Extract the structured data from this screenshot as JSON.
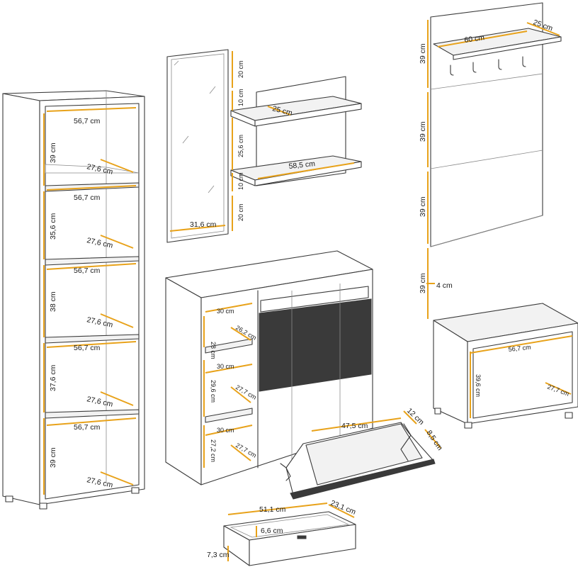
{
  "figure": {
    "colors": {
      "dimension_line": "#e8a21a",
      "outline": "#3a3a3a",
      "background": "#ffffff"
    },
    "bookcase": {
      "width_labels": [
        "56,7 cm",
        "56,7 cm",
        "56,7 cm",
        "56,7 cm",
        "56,7 cm"
      ],
      "depth_labels": [
        "27,6 cm",
        "27,6 cm",
        "27,6 cm",
        "27,6 cm",
        "27,6 cm"
      ],
      "height_labels": [
        "39 cm",
        "35,6 cm",
        "38 cm",
        "37,6 cm",
        "39 cm"
      ]
    },
    "mirror": {
      "width_label": "31,6 cm"
    },
    "wall_shelf": {
      "top_label": "20 cm",
      "gap1_label": "10 cm",
      "depth_label": "25 cm",
      "mid_label": "25,6 cm",
      "width_label": "58,5 cm",
      "gap2_label": "10 cm",
      "bottom_label": "20 cm"
    },
    "cabinet": {
      "comp_width_labels": [
        "30 cm",
        "30 cm",
        "30 cm"
      ],
      "comp_height_labels": [
        "28 cm",
        "29,6 cm",
        "27,2 cm"
      ],
      "comp_depth_labels": [
        "26,2 cm",
        "27,7 cm",
        "27,7 cm"
      ],
      "flap_width_label": "47,5 cm",
      "flap_depth_label": "12 cm",
      "flap_height_label": "8,5 cm"
    },
    "drawer": {
      "width_label": "51,1 cm",
      "depth_label": "23,1 cm",
      "inner_height_label": "6,6 cm",
      "outer_height_label": "7,3 cm"
    },
    "coat_rack": {
      "top_width_label": "60 cm",
      "top_depth_label": "25 cm",
      "panel_height_labels": [
        "39 cm",
        "39 cm",
        "39 cm",
        "39 cm"
      ],
      "panel_thickness_label": "4 cm",
      "bench_width_label": "56,7 cm",
      "bench_height_label": "39,6 cm",
      "bench_depth_label": "27,7 cm"
    }
  }
}
